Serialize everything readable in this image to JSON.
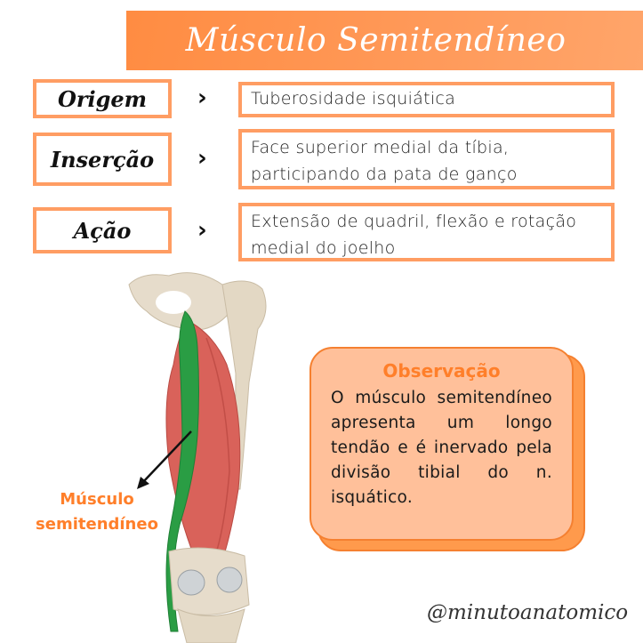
{
  "header": {
    "title": "Músculo Semitendíneo",
    "background_color": "#ff8c42"
  },
  "rows": [
    {
      "label": "Origem",
      "value_lines": [
        "Tuberosidade isquiática"
      ]
    },
    {
      "label": "Inserção",
      "value_lines": [
        "Face superior medial da tíbia,",
        "participando da pata de ganço"
      ]
    },
    {
      "label": "Ação",
      "value_lines": [
        "Extensão de quadril, flexão e rotação",
        "medial do joelho"
      ]
    }
  ],
  "separator_icon": "chevron-right-icon",
  "separator_glyph": "›",
  "illustration": {
    "callout_lines": [
      "Músculo",
      "semitendíneo"
    ],
    "highlight_color": "#2a9d44",
    "muscle_color": "#d9625a",
    "bone_color": "#e6dccb"
  },
  "observation": {
    "title": "Observação",
    "body": "O músculo semitendíneo apresenta um longo tendão e é inervado pela divisão tibial do n. isquático.",
    "background_color": "#ffc09a",
    "accent_color": "#ff7f2a"
  },
  "footer": {
    "handle": "@minutoanatomico"
  },
  "colors": {
    "accent": "#ff9d63",
    "text": "#222222"
  }
}
